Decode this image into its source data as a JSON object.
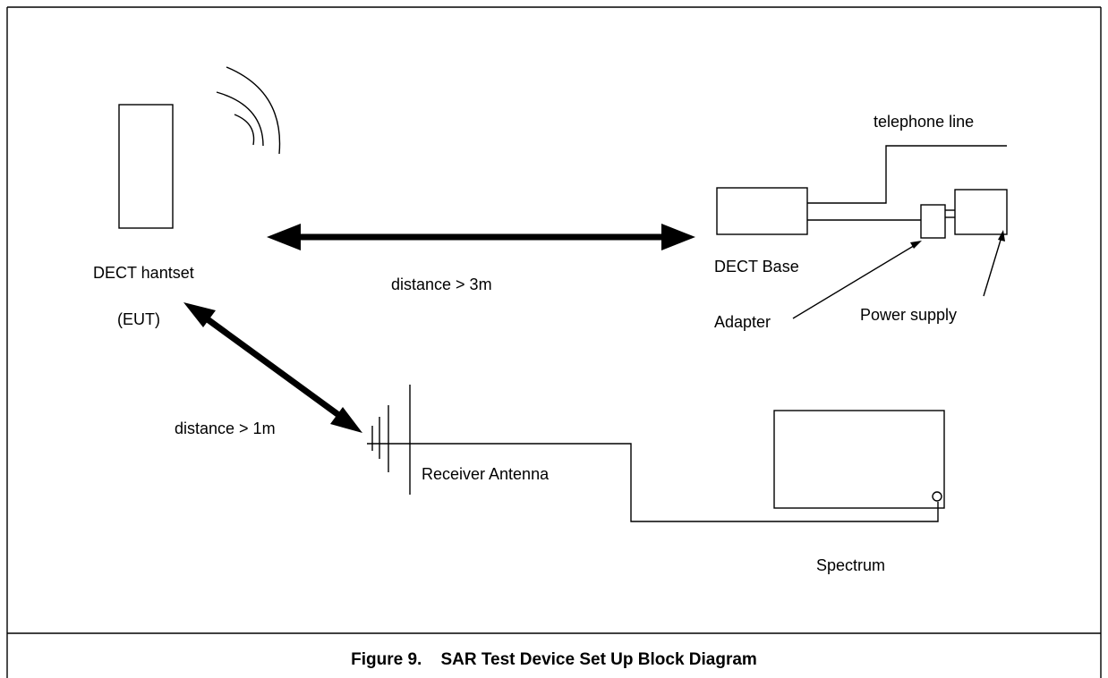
{
  "labels": {
    "handset": "DECT hantset",
    "eut": "(EUT)",
    "telephone_line": "telephone line",
    "base": "DECT Base",
    "distance_3m": "distance > 3m",
    "adapter": "Adapter",
    "power_supply": "Power supply",
    "distance_1m": "distance > 1m",
    "receiver_antenna": "Receiver Antenna",
    "spectrum": "Spectrum"
  },
  "caption": "Figure 9.    SAR Test Device Set Up Block Diagram"
}
